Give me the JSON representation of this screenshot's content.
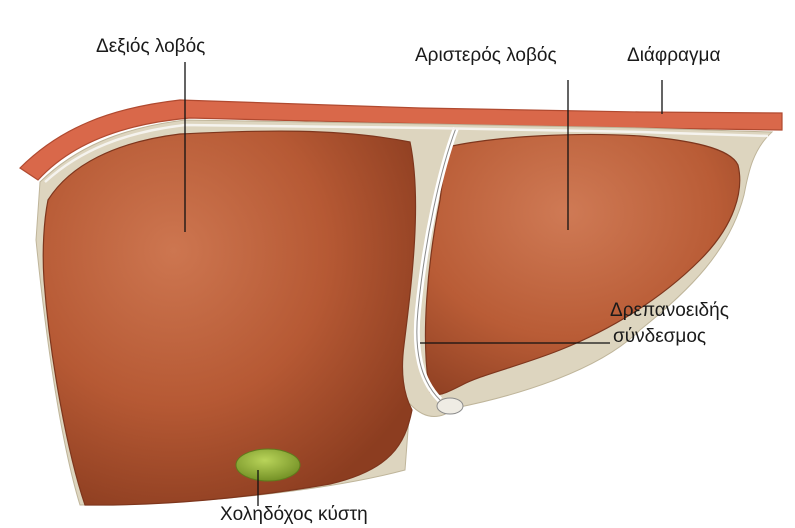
{
  "labels": {
    "right_lobe": "Δεξιός λοβός",
    "left_lobe": "Αριστερός λοβός",
    "diaphragm": "Διάφραγμα",
    "falciform_line1": "Δρεπανοειδής",
    "falciform_line2": "σύνδεσμος",
    "gallbladder": "Χοληδόχος κύστη"
  },
  "colors": {
    "liver": "#b75a35",
    "liver_dark": "#8e3f22",
    "diaphragm": "#d9684a",
    "capsule": "#ddd5bf",
    "gallbladder": "#8fae35"
  }
}
